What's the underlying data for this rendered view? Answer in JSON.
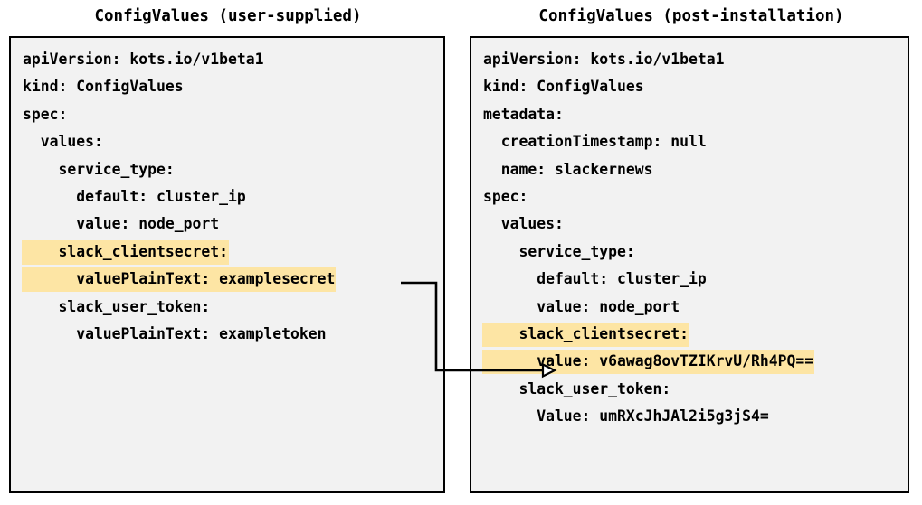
{
  "figure": {
    "background_color": "#ffffff",
    "box_fill_color": "#f2f2f2",
    "box_border_color": "#000000",
    "highlight_color": "#fde5a4",
    "text_color": "#000000"
  },
  "panels": [
    {
      "title": "ConfigValues (user-supplied)",
      "lines": [
        {
          "text": "apiVersion: kots.io/v1beta1",
          "highlighted": false
        },
        {
          "text": "kind: ConfigValues",
          "highlighted": false
        },
        {
          "text": "spec:",
          "highlighted": false
        },
        {
          "text": "  values:",
          "highlighted": false
        },
        {
          "text": "    service_type:",
          "highlighted": false
        },
        {
          "text": "      default: cluster_ip",
          "highlighted": false
        },
        {
          "text": "      value: node_port",
          "highlighted": false
        },
        {
          "text": "    slack_clientsecret:",
          "highlighted": true
        },
        {
          "text": "      valuePlainText: examplesecret",
          "highlighted": true
        },
        {
          "text": "    slack_user_token:",
          "highlighted": false
        },
        {
          "text": "      valuePlainText: exampletoken",
          "highlighted": false
        }
      ]
    },
    {
      "title": "ConfigValues (post-installation)",
      "lines": [
        {
          "text": "apiVersion: kots.io/v1beta1",
          "highlighted": false
        },
        {
          "text": "kind: ConfigValues",
          "highlighted": false
        },
        {
          "text": "metadata:",
          "highlighted": false
        },
        {
          "text": "  creationTimestamp: null",
          "highlighted": false
        },
        {
          "text": "  name: slackernews",
          "highlighted": false
        },
        {
          "text": "spec:",
          "highlighted": false
        },
        {
          "text": "  values:",
          "highlighted": false
        },
        {
          "text": "    service_type:",
          "highlighted": false
        },
        {
          "text": "      default: cluster_ip",
          "highlighted": false
        },
        {
          "text": "      value: node_port",
          "highlighted": false
        },
        {
          "text": "    slack_clientsecret:",
          "highlighted": true
        },
        {
          "text": "      value: v6awag8ovTZIKrvU/Rh4PQ==",
          "highlighted": true
        },
        {
          "text": "    slack_user_token:",
          "highlighted": false
        },
        {
          "text": "      Value: umRXcJhJAl2i5g3jS4=",
          "highlighted": false
        }
      ]
    }
  ],
  "connector": {
    "kind": "elbow-arrow",
    "from_label": "valuePlainText: examplesecret",
    "to_label": "value: v6awag8ovTZIKrvU/Rh4PQ==",
    "stroke_color": "#000000"
  }
}
